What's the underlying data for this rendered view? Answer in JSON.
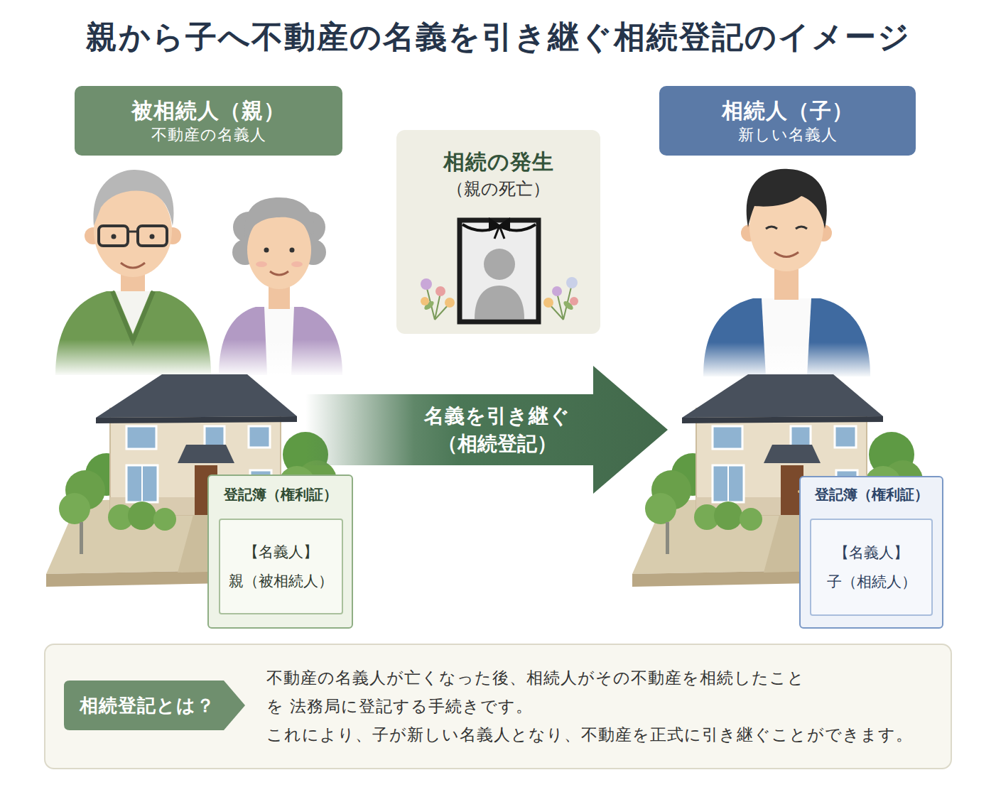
{
  "diagram": {
    "title": "親から子へ不動産の名義を引き継ぐ相続登記のイメージ",
    "nodes": [
      {
        "text": [
          "被相続人（親）",
          "不動産の名義人"
        ]
      },
      {
        "text": [
          "相続の発生",
          "（親の死亡）"
        ]
      },
      {
        "text": [
          "相続人（子）",
          "新しい名義人"
        ]
      },
      {
        "text": [
          "名義を引き継ぐ",
          "（相続登記）"
        ]
      },
      {
        "text": [
          "登記簿（権利証）"
        ]
      },
      {
        "text": [
          "【名義人】",
          "親（被相続人）"
        ],
        "in": 4
      },
      {
        "text": [
          "登記簿（権利証）"
        ]
      },
      {
        "text": [
          "【名義人】",
          "子（相続人）"
        ],
        "in": 6
      },
      {
        "text": [
          "不動産の名義人が亡くなった後、相続人がその不動産を相続したことを 法務局に登記する手続きです。",
          "これにより、子が新しい名義人となり、不動産を正式に引き継ぐことができます。"
        ]
      },
      {
        "text": [
          "相続登記とは？"
        ],
        "in": 8
      }
    ]
  }
}
